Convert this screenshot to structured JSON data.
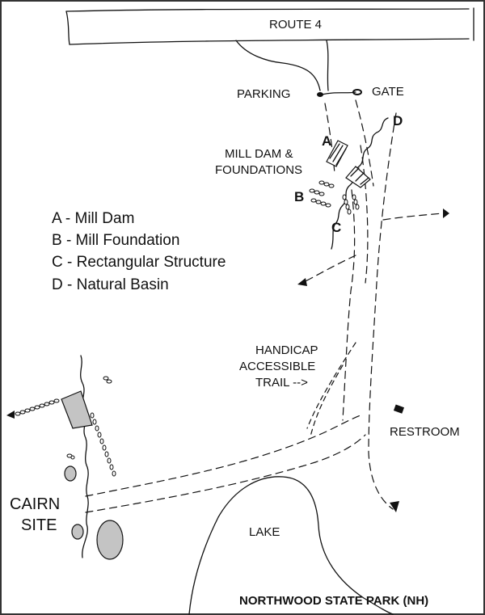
{
  "map": {
    "road_label": "ROUTE 4",
    "parking_label": "PARKING",
    "gate_label": "GATE",
    "mill_dam_label_line1": "MILL DAM &",
    "mill_dam_label_line2": "FOUNDATIONS",
    "marker_a": "A",
    "marker_b": "B",
    "marker_c": "C",
    "marker_d": "D",
    "legend": [
      "A - Mill Dam",
      "B - Mill Foundation",
      "C - Rectangular Structure",
      "D - Natural Basin"
    ],
    "trail_label_line1": "HANDICAP",
    "trail_label_line2": "ACCESSIBLE",
    "trail_label_line3": "TRAIL -->",
    "restroom_label": "RESTROOM",
    "cairn_label_line1": "CAIRN",
    "cairn_label_line2": "SITE",
    "lake_label": "LAKE",
    "title": "NORTHWOOD STATE PARK (NH)"
  }
}
